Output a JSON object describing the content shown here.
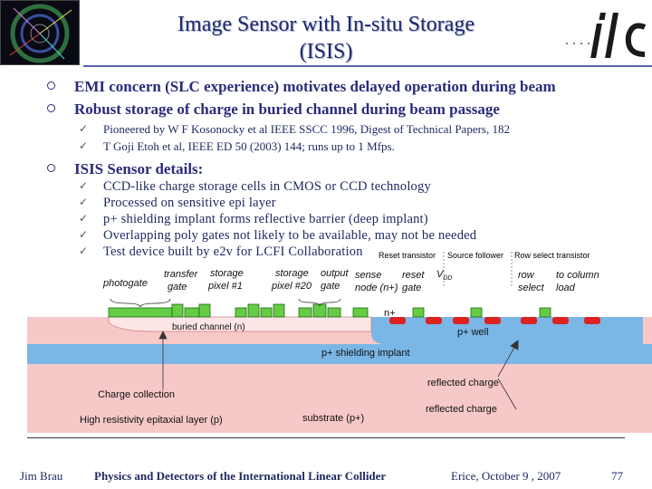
{
  "title": {
    "line1": "Image Sensor with In-situ Storage",
    "line2": "(ISIS)"
  },
  "bullets": [
    {
      "text": "EMI concern (SLC experience) motivates delayed operation during beam",
      "subs": []
    },
    {
      "text": "Robust storage of charge in buried channel during beam passage",
      "subs": [
        "Pioneered by W F Kosonocky et al IEEE SSCC 1996, Digest of Technical Papers, 182",
        "T Goji Etoh et al, IEEE ED 50 (2003) 144; runs up to 1 Mfps."
      ]
    },
    {
      "text": "ISIS Sensor details:",
      "subs": [
        "CCD-like charge storage cells in CMOS or CCD technology",
        "Processed on sensitive epi layer",
        "p+ shielding implant forms reflective barrier (deep implant)",
        "Overlapping poly gates not likely to be available, may not be needed",
        "Test device built by e2v for LCFI Collaboration"
      ]
    }
  ],
  "diagram": {
    "photogate": "photogate",
    "transfer_gate": [
      "transfer",
      "gate"
    ],
    "storage_pixel1": [
      "storage",
      "pixel #1"
    ],
    "storage_pixel20": [
      "storage",
      "pixel #20"
    ],
    "output_gate": [
      "output",
      "gate"
    ],
    "sense_node": [
      "sense",
      "node (n+)"
    ],
    "reset_gate": [
      "reset",
      "gate"
    ],
    "vdd": "V",
    "vdd_sub": "DD",
    "row_select": [
      "row",
      "select"
    ],
    "to_column_load": [
      "to column",
      "load"
    ],
    "reset_transistor": "Reset transistor",
    "source_follower": "Source follower",
    "row_select_transistor": "Row select transistor",
    "n_plus": "n+",
    "buried_channel": "buried channel (n)",
    "p_well": "p+ well",
    "shielding_implant": "p+ shielding implant",
    "reflected_charge_1": "reflected charge",
    "reflected_charge_2": "reflected charge",
    "charge_collection": "Charge collection",
    "epi_layer": "High resistivity epitaxial layer (p)",
    "substrate": "substrate (p+)"
  },
  "footer": {
    "author": "Jim Brau",
    "center": "Physics and Detectors of the International Linear Collider",
    "date": "Erice, October 9 , 2007",
    "page": "77"
  },
  "logo": {
    "text": "ilc"
  },
  "colors": {
    "title": "#1f2a6b",
    "bullet": "#2b2b7a",
    "epi": "#f7c8c8",
    "shield": "#7ab6e6",
    "substrate": "#f7c8c8",
    "gate": "#66cc44"
  }
}
